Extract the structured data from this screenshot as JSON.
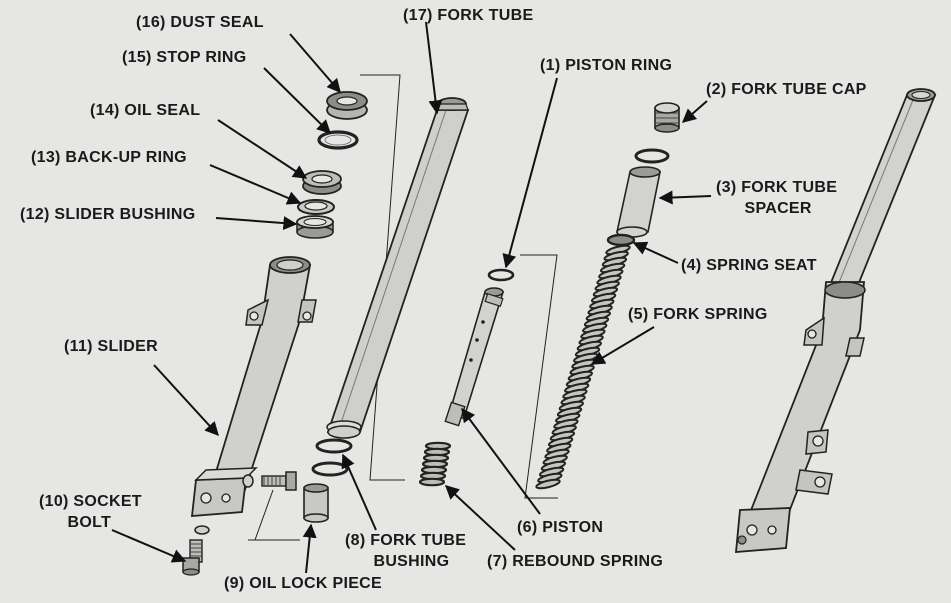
{
  "labels": {
    "dust_seal": "(16) DUST SEAL",
    "fork_tube": "(17) FORK TUBE",
    "stop_ring": "(15) STOP RING",
    "piston_ring": "(1) PISTON RING",
    "fork_tube_cap": "(2) FORK TUBE CAP",
    "oil_seal": "(14) OIL SEAL",
    "back_up_ring": "(13) BACK-UP RING",
    "fork_tube_spacer": "(3) FORK TUBE\n      SPACER",
    "slider_bushing": "(12) SLIDER BUSHING",
    "spring_seat": "(4) SPRING SEAT",
    "fork_spring": "(5) FORK SPRING",
    "slider": "(11) SLIDER",
    "socket_bolt": "(10) SOCKET\n      BOLT",
    "piston": "(6) PISTON",
    "fork_tube_bushing": "(8) FORK TUBE\n      BUSHING",
    "rebound_spring": "(7) REBOUND SPRING",
    "oil_lock_piece": "(9) OIL LOCK PIECE"
  }
}
